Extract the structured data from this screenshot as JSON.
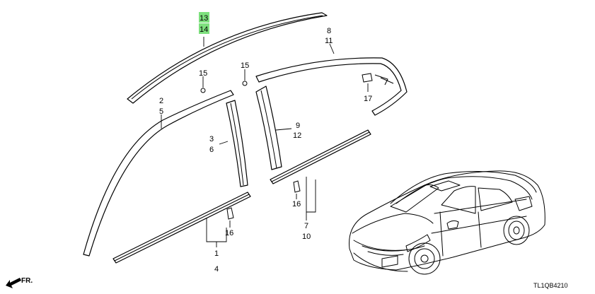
{
  "diagram": {
    "callouts": {
      "c13": "13",
      "c14": "14",
      "c8": "8",
      "c11": "11",
      "c15a": "15",
      "c15b": "15",
      "c17": "17",
      "c2": "2",
      "c5": "5",
      "c9": "9",
      "c12": "12",
      "c3": "3",
      "c6": "6",
      "c16a": "16",
      "c16b": "16",
      "c7": "7",
      "c10": "10",
      "c1": "1",
      "c4": "4"
    },
    "highlighted_callouts": [
      "13",
      "14"
    ],
    "highlight_color": "#7ee07e",
    "direction_label": "FR.",
    "diagram_code": "TL1QB4210"
  }
}
